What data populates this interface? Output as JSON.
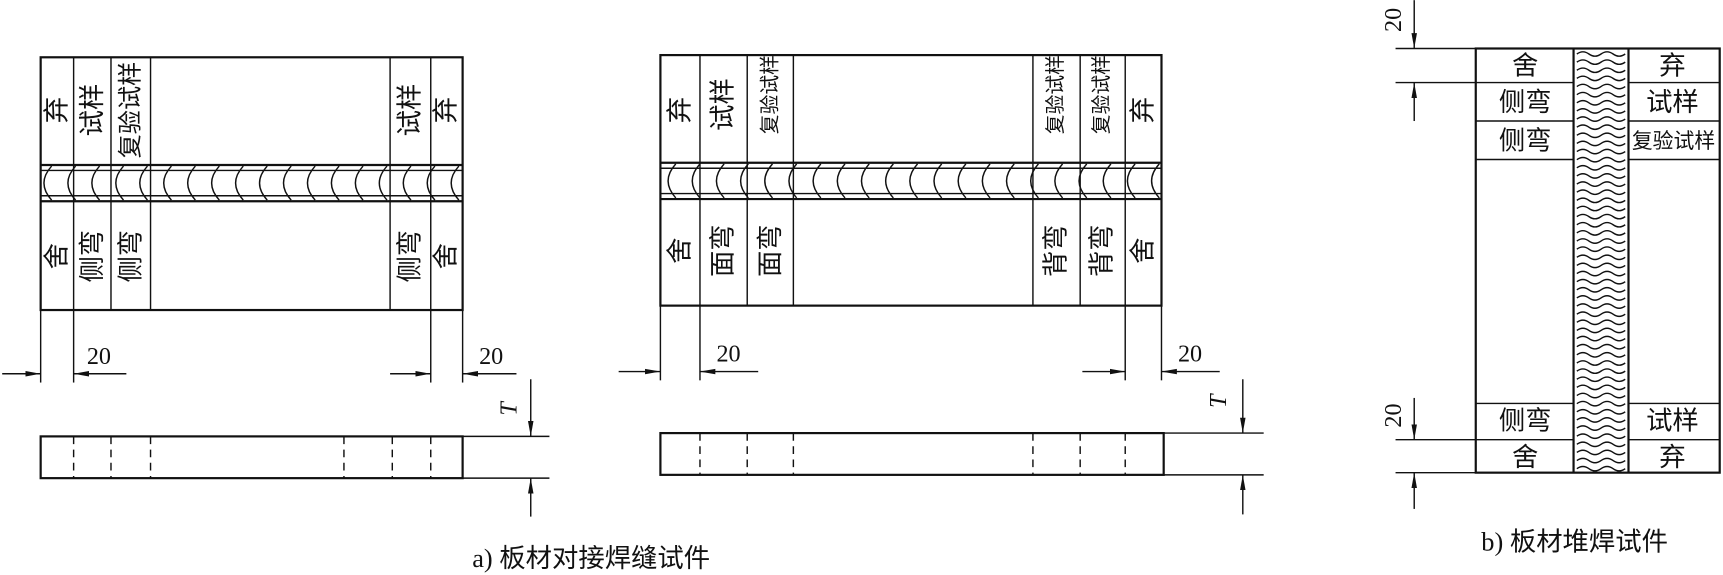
{
  "figure_a": {
    "caption": "a) 板材对接焊缝试件",
    "plate_1": {
      "top_labels": [
        "弃",
        "试样",
        "复验试样",
        "试样",
        "弃"
      ],
      "bottom_labels": [
        "舍",
        "侧弯",
        "侧弯",
        "侧弯",
        "舍"
      ],
      "dim_left": "20",
      "dim_right": "20",
      "thickness_label": "T"
    },
    "plate_2": {
      "top_labels": [
        "弃",
        "试样",
        "复验试样",
        "复验试样",
        "复验试样",
        "弃"
      ],
      "bottom_labels": [
        "舍",
        "面弯",
        "面弯",
        "背弯",
        "背弯",
        "舍"
      ],
      "dim_left": "20",
      "dim_right": "20",
      "thickness_label": "T"
    }
  },
  "figure_b": {
    "caption": "b) 板材堆焊试件",
    "left_column_labels": [
      "舍",
      "侧弯",
      "侧弯",
      "侧弯",
      "舍"
    ],
    "right_column_labels": [
      "弃",
      "试样",
      "复验试样",
      "试样",
      "弃"
    ],
    "dim_top": "20",
    "dim_bottom": "20"
  }
}
